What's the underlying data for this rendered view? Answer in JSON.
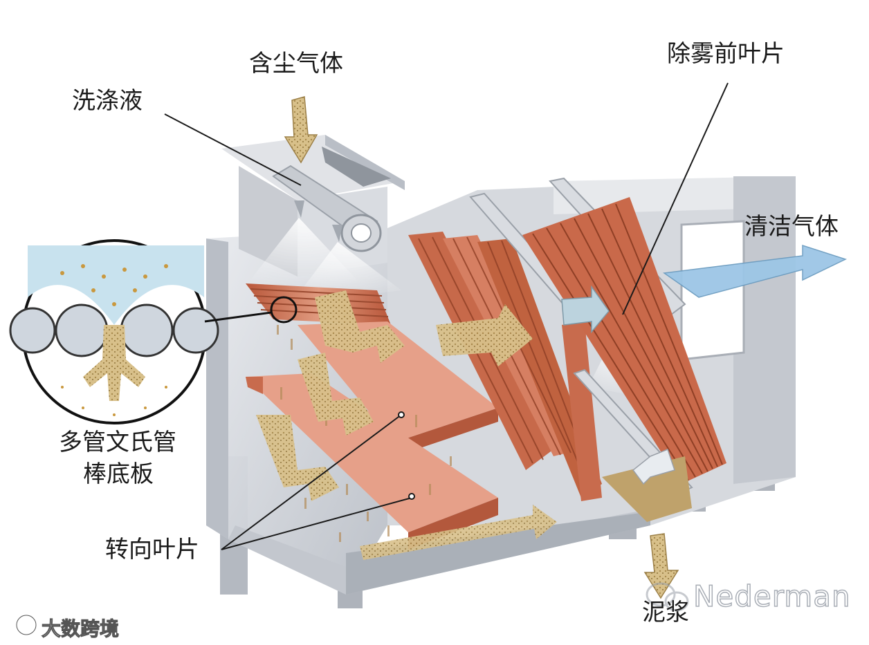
{
  "labels": {
    "dusty_gas": "含尘气体",
    "wash_liquid": "洗涤液",
    "demister_blades": "除雾前叶片",
    "clean_gas": "清洁气体",
    "venturi_plate_line1": "多管文氏管",
    "venturi_plate_line2": "棒底板",
    "turning_blades": "转向叶片",
    "sludge": "泥浆"
  },
  "watermarks": {
    "nederman": "Nederman",
    "site": "大数跨境"
  },
  "colors": {
    "steel": "#c9ccd2",
    "steel_dark": "#9aa0a8",
    "steel_light": "#e6e8ec",
    "copper": "#c96a4c",
    "copper_light": "#e7a48c",
    "dust": "#c9ad72",
    "clean_air": "#9cc6e6",
    "leader_line": "#1a1a1a"
  }
}
